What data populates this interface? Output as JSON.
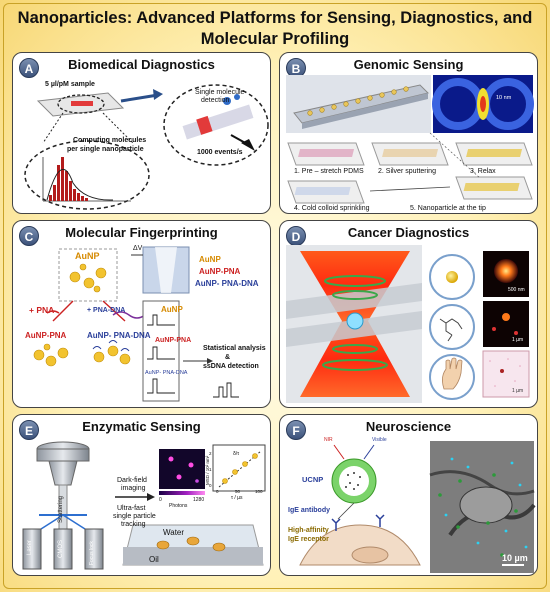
{
  "title_line1": "Nanoparticles: Advanced Platforms for Sensing, Diagnostics, and",
  "title_line2": "Molecular Profiling",
  "panels": {
    "a": {
      "letter": "A",
      "title": "Biomedical Diagnostics",
      "sample": "5 µl/pM sample",
      "single_detection_1": "Single molecule",
      "single_detection_2": "detection",
      "events": "1000 events/s",
      "computing_1": "Computing molecules",
      "computing_2": "per single nanoparticle"
    },
    "b": {
      "letter": "B",
      "title": "Genomic Sensing",
      "step1": "1. Pre – stretch PDMS",
      "step2": "2. Silver sputtering",
      "step3": "3. Relax",
      "step4": "4. Cold colloid sprinkling",
      "step5": "5. Nanoparticle at the tip",
      "scale": "10 nm"
    },
    "c": {
      "letter": "C",
      "title": "Molecular Fingerprinting",
      "aunp": "AuNP",
      "pna": "+ PNA",
      "pna_dna": "+ PNA-DNA",
      "aunp_pna": "AuNP-PNA",
      "aunp_pna_dna": "AuNP- PNA-DNA",
      "legend_aunp": "AuNP",
      "legend_aunp_pna": "AuNP-PNA",
      "legend_aunp_pna_dna": "AuNP- PNA-DNA",
      "graph_aunp": "AuNP",
      "graph_aunp_pna": "AuNP-PNA",
      "graph_aunp_pna_dna": "AuNP- PNA-DNA",
      "stat_1": "Statistical analysis",
      "stat_2": "&",
      "stat_3": "ssDNA detection",
      "dv": "ΔV"
    },
    "d": {
      "letter": "D",
      "title": "Cancer Diagnostics",
      "scale1": "500 nm",
      "scale2": "1 µm",
      "scale3": "1 µm"
    },
    "e": {
      "letter": "E",
      "title": "Enzymatic Sensing",
      "dark_field_1": "Dark-field",
      "dark_field_2": "imaging",
      "ultra_1": "Ultra-fast",
      "ultra_2": "single particle",
      "ultra_3": "tracking",
      "laser": "Laser",
      "cmos": "CMOS",
      "focus": "Focus lock",
      "scattering": "Scattering",
      "water": "Water",
      "oil": "Oil",
      "photons": "Photons",
      "cbar_max": "1280",
      "yaxis": "MSD / 10² nm²",
      "xaxis": "τ / µs",
      "xticks": [
        "0",
        "50",
        "100"
      ],
      "yticks": [
        "0",
        "1",
        "2"
      ],
      "dt": "δ/τ",
      "cmap_min": "0"
    },
    "f": {
      "letter": "F",
      "title": "Neuroscience",
      "ucnp": "UCNP",
      "ige_antibody": "IgE antibody",
      "high_affinity_1": "High-affinity",
      "high_affinity_2": "IgE receptor",
      "scale": "10 µm",
      "nir": "NIR",
      "visible": "Visible"
    }
  }
}
